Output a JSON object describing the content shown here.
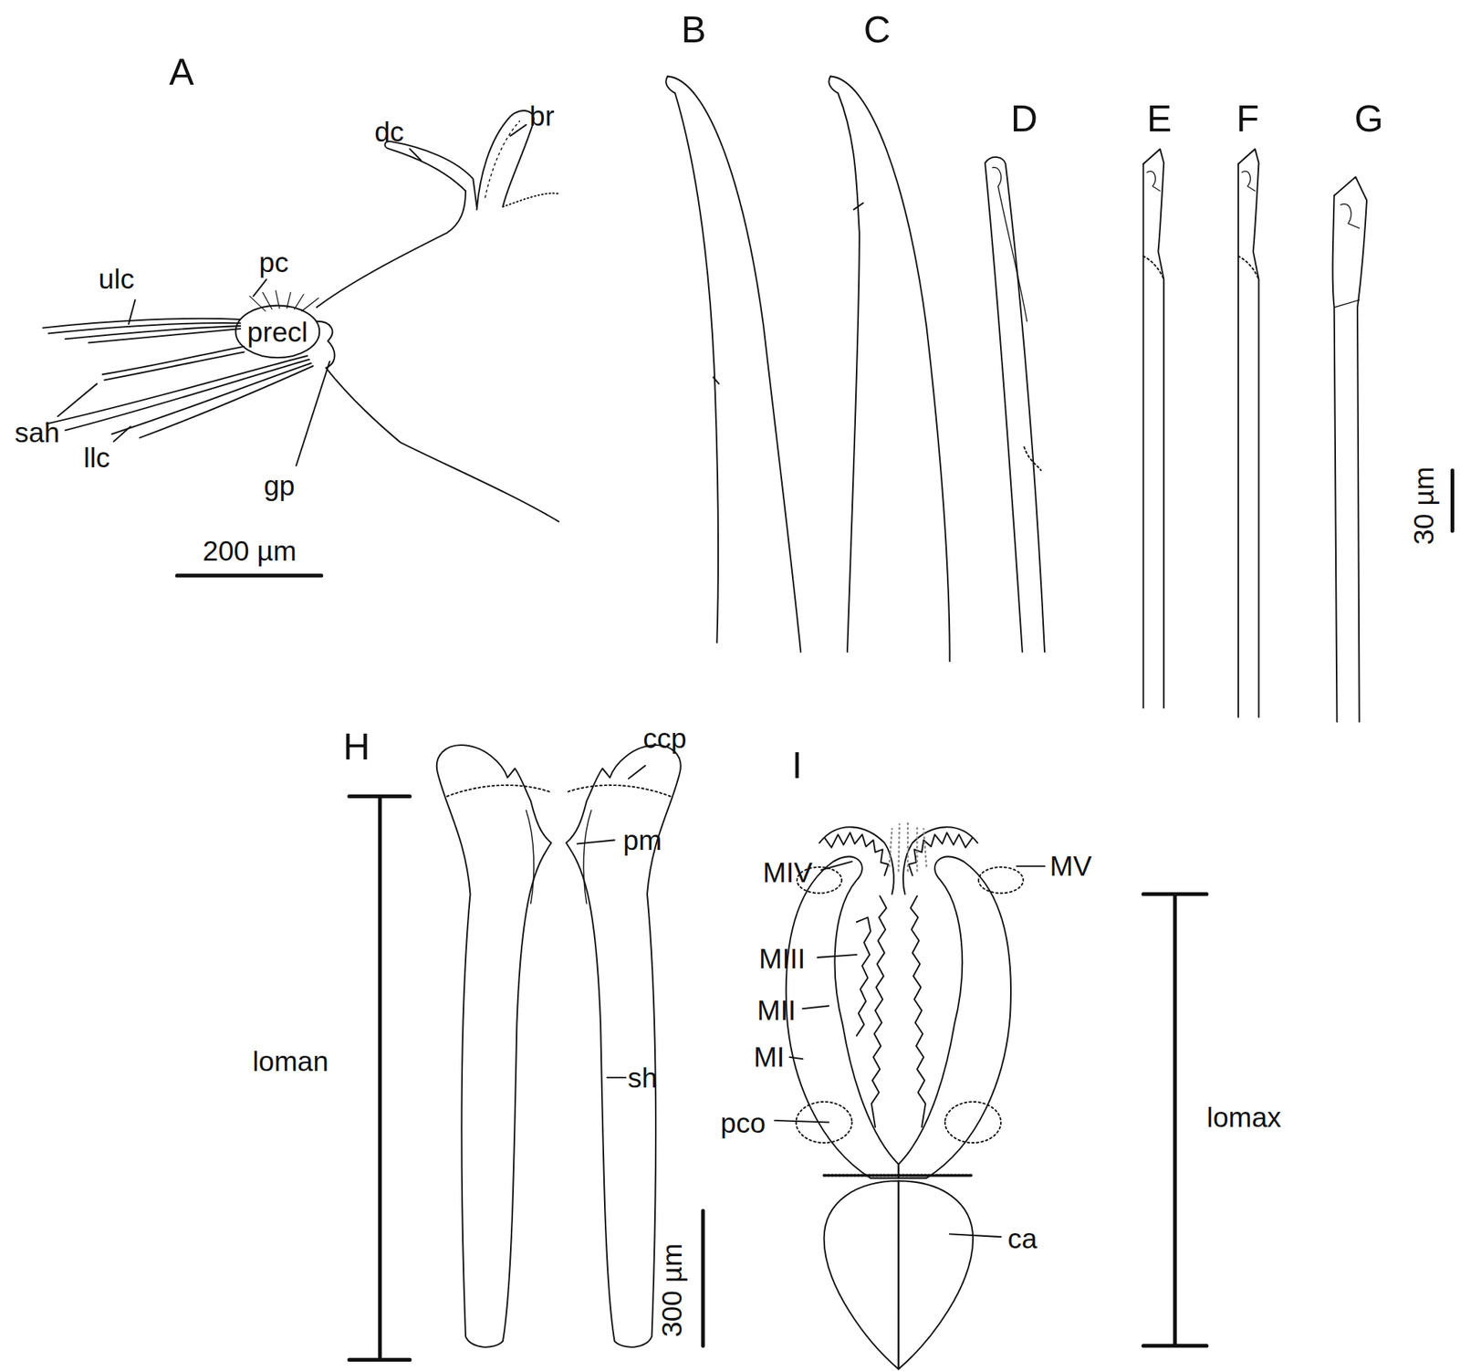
{
  "diagram": {
    "labels": [
      "A",
      "dc",
      "br",
      "pc",
      "ulc",
      "precl",
      "sah",
      "llc",
      "gp",
      "200 µm",
      "B",
      "C",
      "D",
      "E",
      "F",
      "G",
      "30 µm",
      "H",
      "ccp",
      "pm",
      "loman",
      "sh",
      "I",
      "MIV",
      "MV",
      "MIII",
      "MII",
      "MI",
      "pco",
      "300 µm",
      "ca",
      "lomax"
    ]
  }
}
